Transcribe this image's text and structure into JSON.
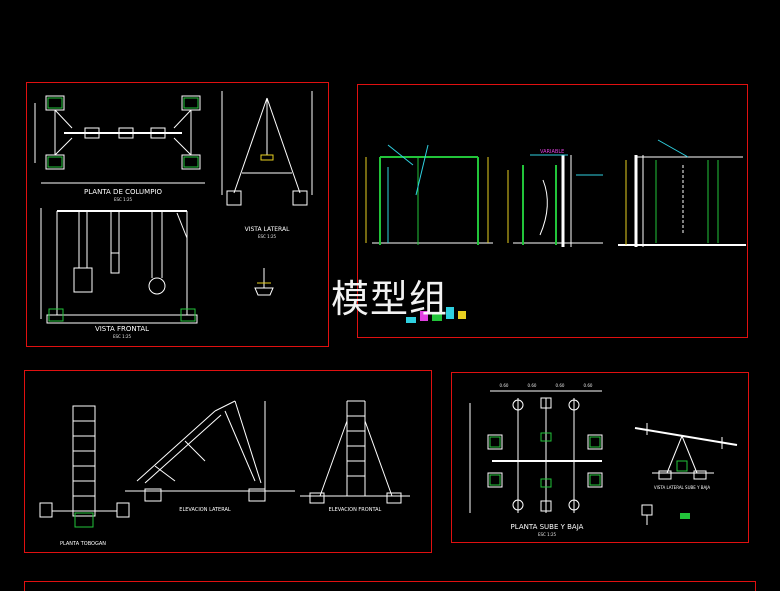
{
  "watermark": "模型组",
  "colors": {
    "background": "#000000",
    "frame": "#e01010",
    "line": "#ffffff",
    "green": "#22c43a",
    "cyan": "#2fd0e0",
    "magenta": "#e040e0",
    "yellow": "#e8d020"
  },
  "sheet_a": {
    "plan_title": "PLANTA DE COLUMPIO",
    "plan_scale": "ESC 1:25",
    "front_title": "VISTA FRONTAL",
    "front_scale": "ESC 1:25",
    "side_title": "VISTA LATERAL",
    "side_scale": "ESC 1:25"
  },
  "sheet_b": {
    "variable_label": "VARIABLE"
  },
  "sheet_c": {
    "plan_title": "PLANTA TOBOGAN",
    "side_title": "ELEVACION LATERAL",
    "front_title": "ELEVACION FRONTAL"
  },
  "sheet_d": {
    "plan_title": "PLANTA SUBE Y BAJA",
    "plan_scale": "ESC 1:25",
    "side_title": "VISTA LATERAL SUBE Y BAJA",
    "dims": [
      "0.60",
      "0.60",
      "0.60",
      "0.60"
    ]
  }
}
